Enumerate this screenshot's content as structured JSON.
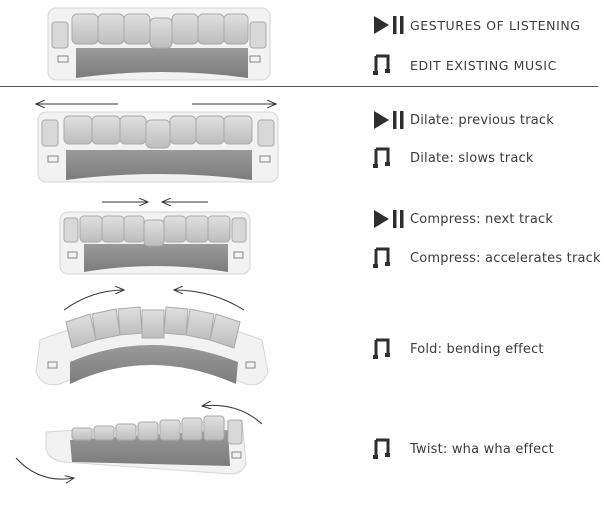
{
  "header": {
    "play_label": "GESTURES OF LISTENING",
    "edit_label": "EDIT EXISTING MUSIC"
  },
  "gestures": [
    {
      "play": "Dilate: previous track",
      "edit": "Dilate: slows track"
    },
    {
      "play": "Compress: next track",
      "edit": "Compress: accelerates track"
    },
    {
      "edit": "Fold: bending effect"
    },
    {
      "edit": "Twist: wha wha effect"
    }
  ],
  "icons": {
    "play": "play-pause-icon",
    "edit": "music-note-icon"
  },
  "colors": {
    "text": "#3c3c3c",
    "device_body": "#f1f1f1",
    "device_base": "#8d8d8d",
    "keys": "#cfcfcf"
  }
}
